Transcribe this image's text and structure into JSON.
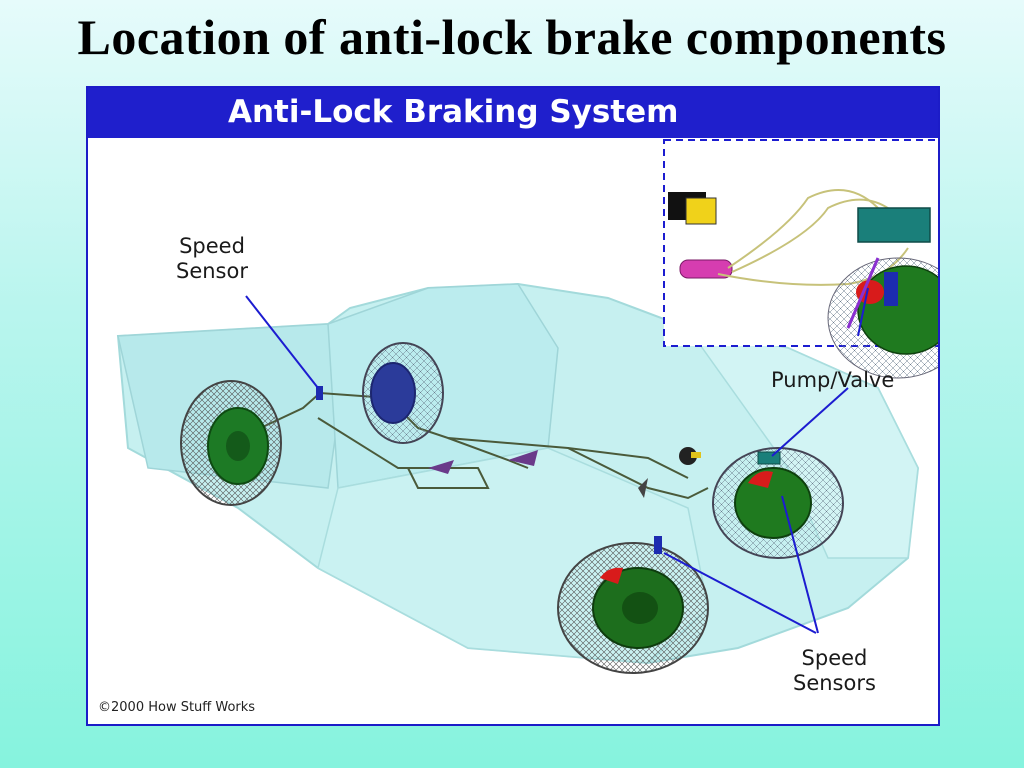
{
  "slide": {
    "title": "Location of anti-lock brake components"
  },
  "figure": {
    "banner_title": "Anti-Lock Braking System",
    "labels": {
      "speed_sensor_line1": "Speed",
      "speed_sensor_line2": "Sensor",
      "pump_valve": "Pump/Valve",
      "speed_sensors_line1": "Speed",
      "speed_sensors_line2": "Sensors"
    },
    "copyright": "©2000 How Stuff Works"
  },
  "colors": {
    "banner": "#1f1fcc",
    "callout_line": "#1c1cd0",
    "car_body": "#bfeff0",
    "rotor": "#1f7a1f",
    "pump_valve": "#1a7f7a"
  }
}
